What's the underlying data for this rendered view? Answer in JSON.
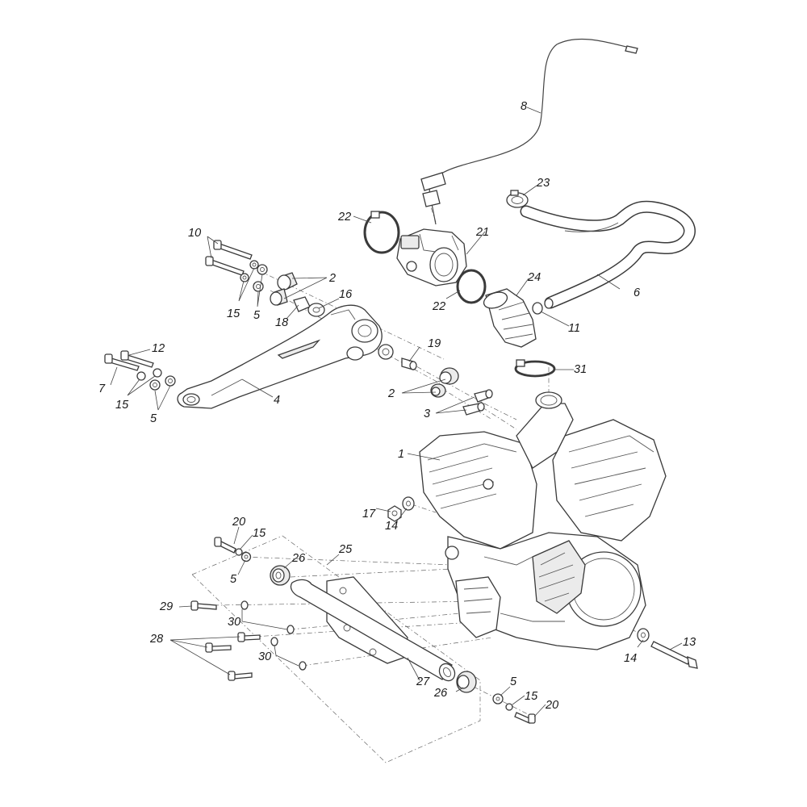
{
  "callouts": {
    "c1": "1",
    "c2a": "2",
    "c2b": "2",
    "c3": "3",
    "c4": "4",
    "c5a": "5",
    "c5b": "5",
    "c5c": "5",
    "c5d": "5",
    "c6": "6",
    "c7": "7",
    "c8": "8",
    "c10": "10",
    "c11": "11",
    "c12": "12",
    "c13": "13",
    "c14a": "14",
    "c14b": "14",
    "c15a": "15",
    "c15b": "15",
    "c15c": "15",
    "c15d": "15",
    "c16": "16",
    "c17": "17",
    "c18": "18",
    "c19": "19",
    "c20a": "20",
    "c20b": "20",
    "c21": "21",
    "c22a": "22",
    "c22b": "22",
    "c23": "23",
    "c24": "24",
    "c25": "25",
    "c26a": "26",
    "c26b": "26",
    "c27": "27",
    "c28": "28",
    "c29": "29",
    "c30a": "30",
    "c30b": "30",
    "c31": "31"
  },
  "colors": {
    "line": "#3a3a3a",
    "fill": "#ffffff",
    "shade": "#ebebeb",
    "text": "#1a1a1a"
  }
}
